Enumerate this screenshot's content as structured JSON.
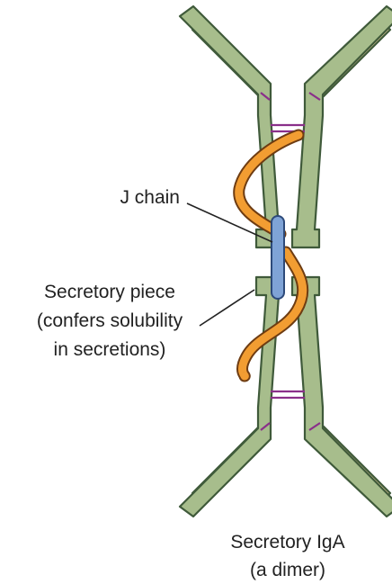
{
  "labels": {
    "j_chain": "J chain",
    "secretory_piece": [
      "Secretory piece",
      "(confers solubility",
      "in secretions)"
    ],
    "title": [
      "Secretory IgA",
      "(a dimer)"
    ]
  },
  "colors": {
    "heavy_chain": "#a7bd8c",
    "light_chain": "#f2d7a4",
    "chain_outline": "#3f5a3a",
    "disulfide_bond": "#8a2f8a",
    "secretory_piece": "#f29d32",
    "j_chain": "#7fa3d6"
  }
}
